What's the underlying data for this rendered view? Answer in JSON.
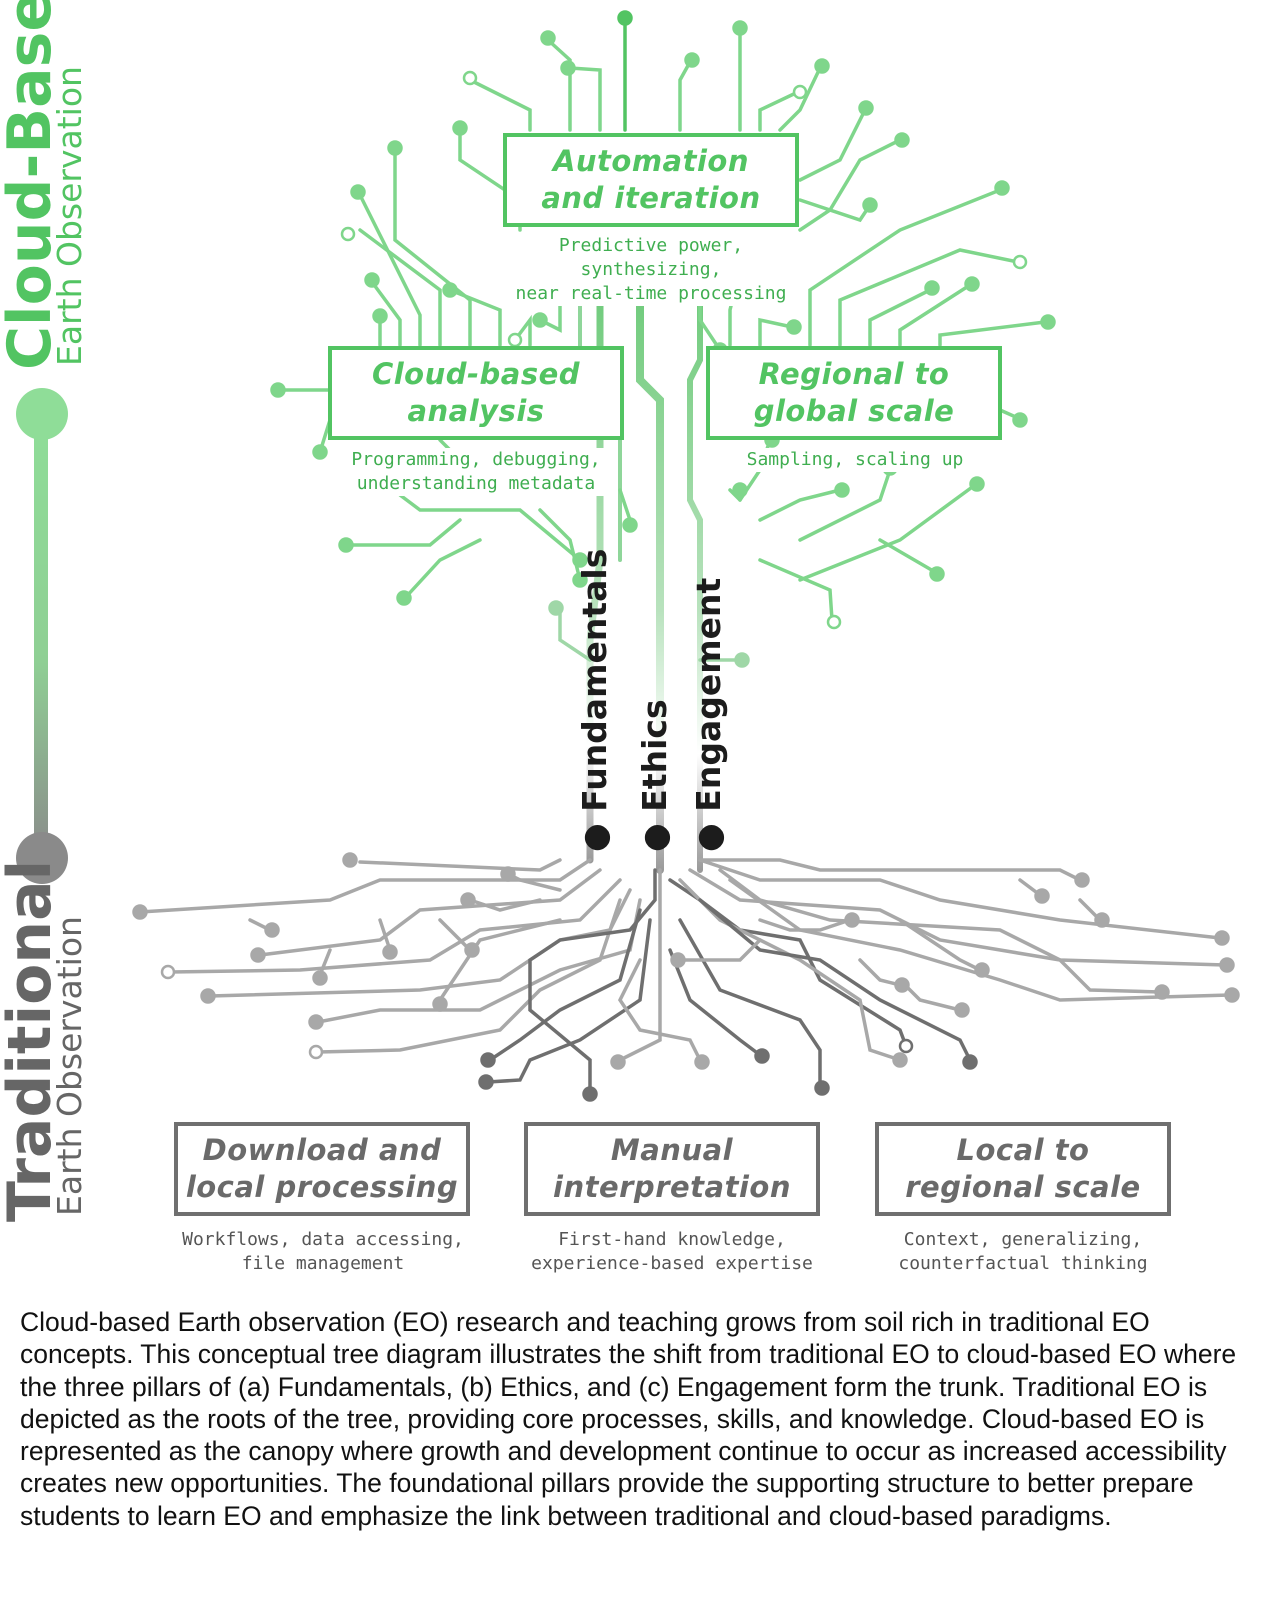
{
  "side_labels": {
    "top_main": "Cloud-Based",
    "top_sub": "Earth Observation",
    "bottom_main": "Traditional",
    "bottom_sub": "Earth Observation"
  },
  "canopy_boxes": [
    {
      "title": "Automation\nand iteration",
      "sub": "Predictive power, synthesizing,\nnear real-time processing"
    },
    {
      "title": "Cloud-based\nanalysis",
      "sub": "Programming, debugging,\nunderstanding metadata"
    },
    {
      "title": "Regional to\nglobal scale",
      "sub": "Sampling, scaling up"
    }
  ],
  "root_boxes": [
    {
      "title": "Download and\nlocal processing",
      "sub": "Workflows, data accessing,\nfile management"
    },
    {
      "title": "Manual\ninterpretation",
      "sub": "First-hand knowledge,\nexperience-based expertise"
    },
    {
      "title": "Local to\nregional scale",
      "sub": "Context, generalizing,\ncounterfactual thinking"
    }
  ],
  "pillars": [
    "Fundamentals",
    "Ethics",
    "Engagement"
  ],
  "caption": "Cloud-based Earth observation (EO) research and teaching grows from soil rich in traditional EO concepts. This conceptual tree diagram illustrates the shift from traditional EO to cloud-based EO where the three pillars of (a) Fundamentals, (b) Ethics, and (c) Engagement form the trunk. Traditional EO is depicted as the roots of the tree, providing core processes, skills, and knowledge. Cloud-based EO is represented as the canopy where growth and development continue to occur as increased accessibility creates new opportunities. The foundational pillars provide the supporting structure to better prepare students to learn EO and emphasize the link between traditional and cloud-based paradigms.",
  "colors": {
    "green": "#52c462",
    "light_green": "#7fd68b",
    "gray": "#6f6f6f",
    "light_gray": "#a8a8a8"
  }
}
